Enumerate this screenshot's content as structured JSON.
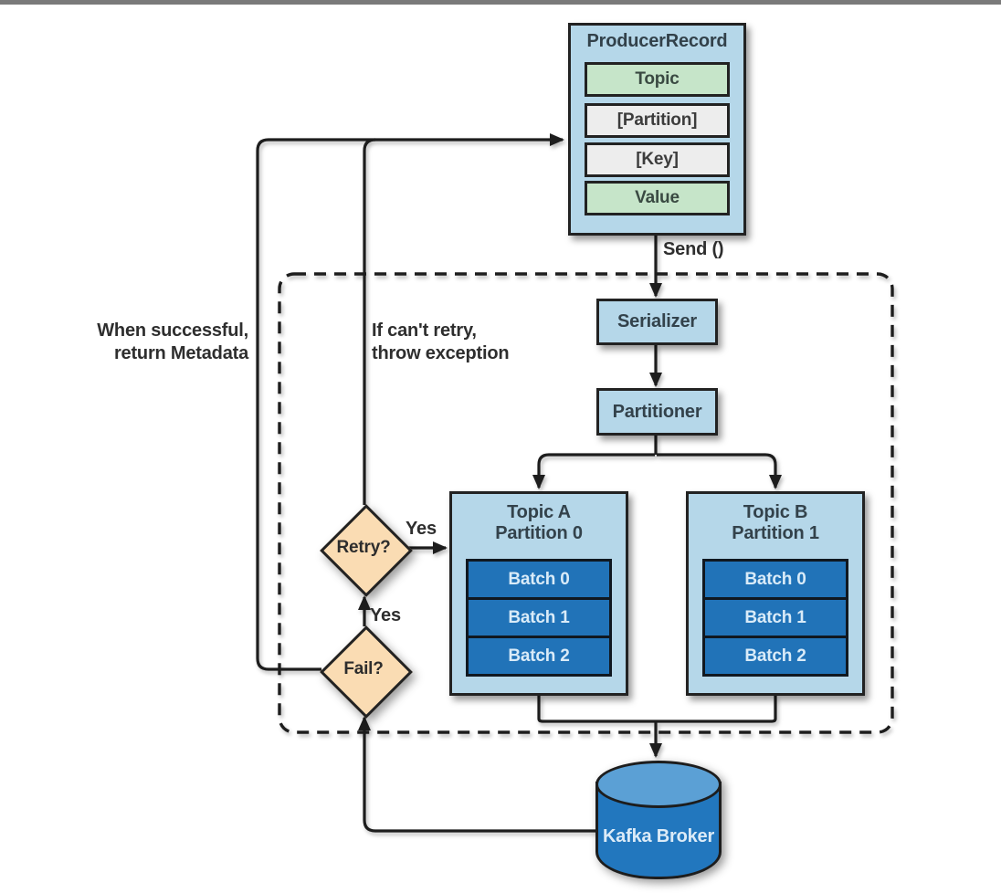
{
  "producer_record": {
    "title": "ProducerRecord",
    "fields": [
      {
        "label": "Topic",
        "color": "#c6e5c9"
      },
      {
        "label": "[Partition]",
        "color": "#ededed"
      },
      {
        "label": "[Key]",
        "color": "#ededed"
      },
      {
        "label": "Value",
        "color": "#c6e5c9"
      }
    ]
  },
  "nodes": {
    "serializer": "Serializer",
    "partitioner": "Partitioner"
  },
  "partitions": [
    {
      "title_line1": "Topic A",
      "title_line2": "Partition 0",
      "batches": [
        "Batch 0",
        "Batch 1",
        "Batch 2"
      ]
    },
    {
      "title_line1": "Topic B",
      "title_line2": "Partition 1",
      "batches": [
        "Batch 0",
        "Batch 1",
        "Batch 2"
      ]
    }
  ],
  "decisions": {
    "retry": "Retry?",
    "fail": "Fail?"
  },
  "edge_labels": {
    "send": "Send ()",
    "yes_retry": "Yes",
    "yes_fail": "Yes"
  },
  "annotations": {
    "success_line1": "When successful,",
    "success_line2": "return Metadata",
    "throw_line1": "If can't retry,",
    "throw_line2": "throw exception"
  },
  "broker": {
    "label": "Kafka Broker"
  },
  "colors": {
    "box_blue": "#b5d7e9",
    "batch_blue": "#2173b8",
    "diamond_peach": "#fadcb3",
    "field_green": "#c6e5c9",
    "field_gray": "#ededed",
    "broker_body": "#2277be",
    "broker_top": "#5ba0d5",
    "line": "#1d1d1d",
    "top_bar": "#7a7a7a"
  }
}
